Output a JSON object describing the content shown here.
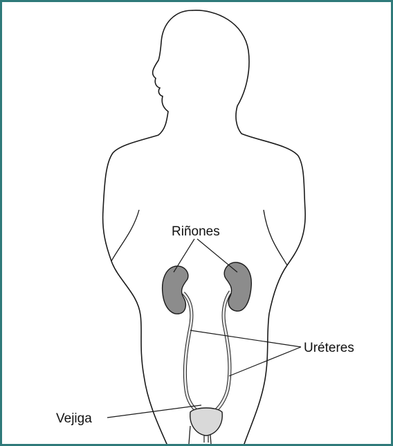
{
  "diagram": {
    "labels": {
      "kidneys": "Riñones",
      "ureters": "Uréteres",
      "bladder": "Vejiga"
    },
    "colors": {
      "frame": "#2f7a7a",
      "outline": "#1a1a1a",
      "organ_fill": "#8c8c8c",
      "organ_dark": "#6e6e6e",
      "ureter_fill": "#e8e8e8",
      "bladder_fill": "#d9d9d9"
    }
  }
}
